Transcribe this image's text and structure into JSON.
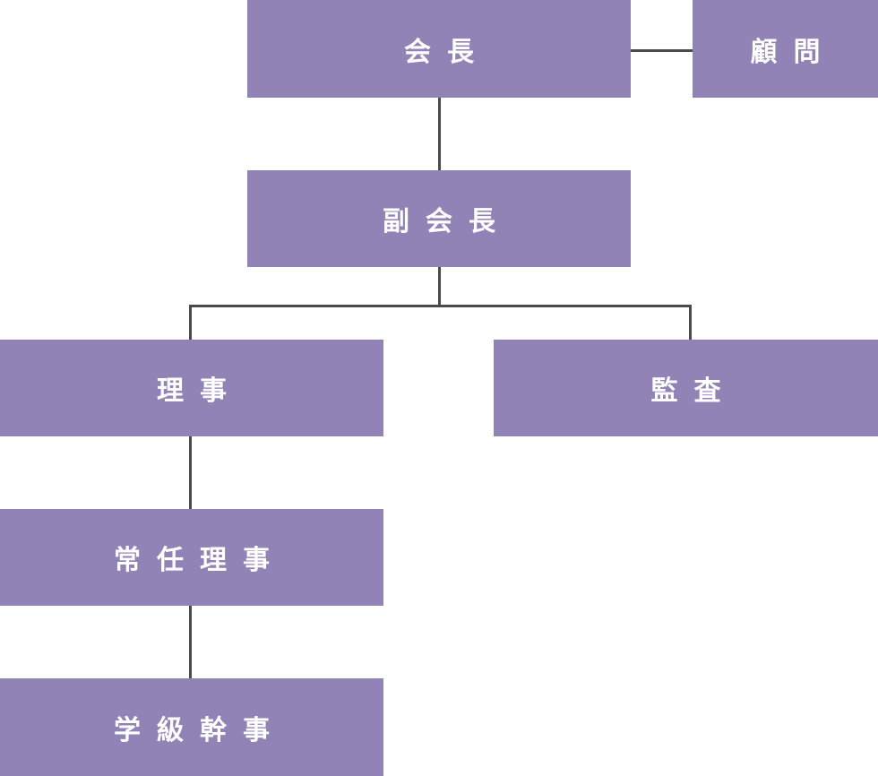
{
  "colors": {
    "box": "#9183b6",
    "text": "#ffffff",
    "line": "#4a4a4a"
  },
  "nodes": {
    "chairman": "会長",
    "advisor": "顧問",
    "vice_chairman": "副会長",
    "director": "理事",
    "auditor": "監査",
    "standing_director": "常任理事",
    "class_secretary": "学級幹事"
  }
}
